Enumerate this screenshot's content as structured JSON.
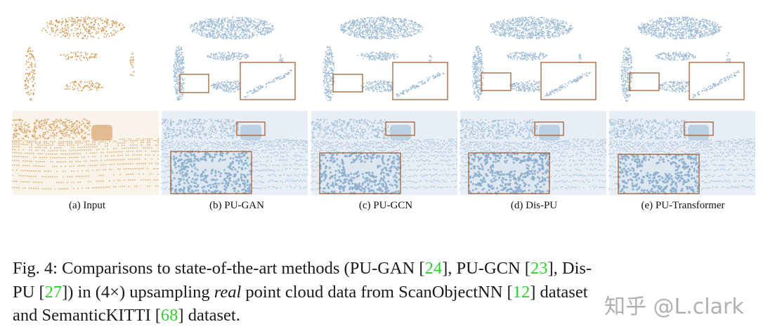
{
  "figure": {
    "subfigures": [
      {
        "label": "(a) Input",
        "point_color": "#d49a55"
      },
      {
        "label": "(b) PU-GAN",
        "point_color": "#9fbcd6"
      },
      {
        "label": "(c) PU-GCN",
        "point_color": "#9fbcd6"
      },
      {
        "label": "(d) Dis-PU",
        "point_color": "#9fbcd6"
      },
      {
        "label": "(e) PU-Transformer",
        "point_color": "#9fbcd6"
      }
    ],
    "zoom_box_color": "#a0623a"
  },
  "caption": {
    "line1": {
      "a": "Fig. 4: Comparisons to state-of-the-art methods (PU-GAN [",
      "r1": "24",
      "b": "], PU-GCN [",
      "r2": "23",
      "c": "], Dis-"
    },
    "line2": {
      "a": "PU [",
      "r1": "27",
      "b": "]) in (4×) upsampling ",
      "em": "real",
      "c": " point cloud data from ScanObjectNN [",
      "r2": "12",
      "d": "] dataset"
    },
    "line3": {
      "a": "and SemanticKITTI [",
      "r1": "68",
      "b": "] dataset."
    },
    "ref_color": "#2fd12f"
  },
  "watermark": "知乎 @L.clark"
}
